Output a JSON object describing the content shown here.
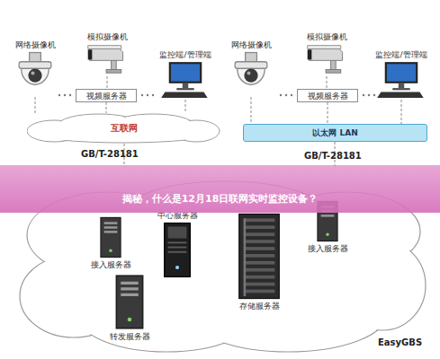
{
  "diagram": {
    "title": "揭秘，什么是12月18日联网实时监控设备？",
    "nodes": [
      {
        "text": [
          "网络摄像机"
        ]
      },
      {
        "text": [
          "模拟摄像机"
        ]
      },
      {
        "text": [
          "监控端/管理端"
        ]
      },
      {
        "text": [
          "视频服务器"
        ]
      },
      {
        "text": [
          "互联网"
        ]
      },
      {
        "text": [
          "网络摄像机"
        ]
      },
      {
        "text": [
          "模拟摄像机"
        ]
      },
      {
        "text": [
          "监控端/管理端"
        ]
      },
      {
        "text": [
          "视频服务器"
        ]
      },
      {
        "text": [
          "以太网 LAN"
        ]
      },
      {
        "text": [
          "中心服务器"
        ]
      },
      {
        "text": [
          "接入服务器"
        ]
      },
      {
        "text": [
          "存储服务器"
        ]
      },
      {
        "text": [
          "接入服务器"
        ]
      },
      {
        "text": [
          "转发服务器"
        ]
      }
    ],
    "edges": [
      {
        "from": 0,
        "to": 4,
        "arrow": "none"
      },
      {
        "from": 1,
        "to": 3,
        "arrow": "none"
      },
      {
        "from": 3,
        "to": 4,
        "arrow": "none"
      },
      {
        "from": 2,
        "to": 4,
        "arrow": "none"
      },
      {
        "from": 5,
        "to": 9,
        "arrow": "none"
      },
      {
        "from": 6,
        "to": 8,
        "arrow": "none"
      },
      {
        "from": 8,
        "to": 9,
        "arrow": "none"
      },
      {
        "from": 7,
        "to": 9,
        "arrow": "none"
      }
    ],
    "labels": [
      "GB/T-28181",
      "GB/T-28181",
      "EasyGBS"
    ]
  }
}
